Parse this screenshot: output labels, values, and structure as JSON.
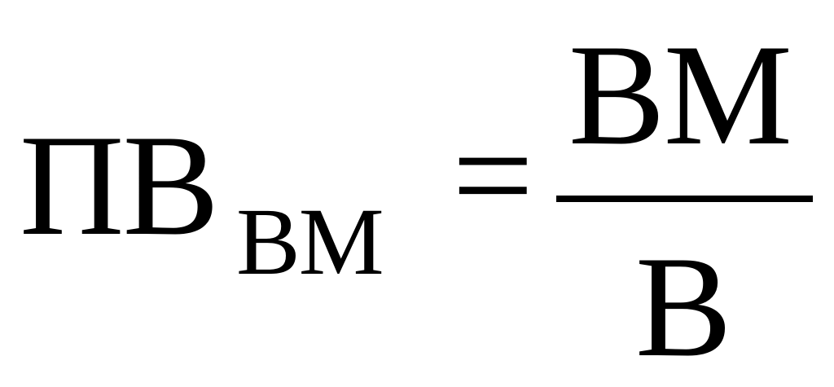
{
  "formula": {
    "lhs": {
      "main": "ПВ",
      "subscript": "ВМ"
    },
    "operator": "=",
    "fraction": {
      "numerator": "ВМ",
      "denominator": "В"
    }
  }
}
